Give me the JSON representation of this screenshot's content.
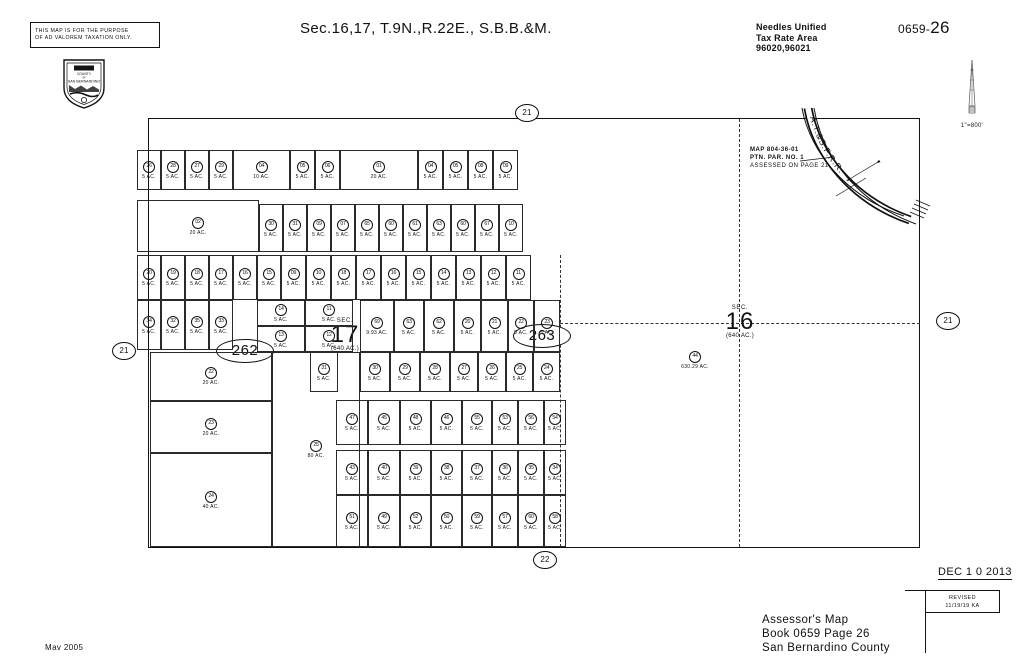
{
  "header": {
    "disclaimer_line1": "THIS MAP IS FOR THE PURPOSE",
    "disclaimer_line2": "OF AD VALOREM TAXATION ONLY.",
    "seal_name": "county-seal-san-bernardino",
    "title": "Sec.16,17, T.9N.,R.22E., S.B.B.&M.",
    "tax_rate_area": {
      "district": "Needles Unified",
      "label": "Tax Rate Area",
      "codes": "96020,96021"
    },
    "book": "0659-",
    "page": "26",
    "scale": "1\"=800'"
  },
  "map": {
    "road_markers": [
      {
        "label": "21",
        "name": "road-marker-21-top"
      },
      {
        "label": "21",
        "name": "road-marker-21-right"
      },
      {
        "label": "21",
        "name": "road-marker-21-left"
      },
      {
        "label": "22",
        "name": "road-marker-22-bottom"
      }
    ],
    "group_markers": [
      {
        "label": "262",
        "name": "parcel-group-262"
      },
      {
        "label": "263",
        "name": "parcel-group-263"
      }
    ],
    "sections": [
      {
        "prefix": "SEC.",
        "number": "17",
        "acreage": "(640 AC.)",
        "name": "section-17-label"
      },
      {
        "prefix": "SEC.",
        "number": "16",
        "acreage": "(640 AC.)",
        "name": "section-16-label"
      }
    ],
    "railroad": {
      "label": "A.T.&S.F.R.R.",
      "note_line1": "MAP 804-36-01",
      "note_line2": "PTN. PAR. NO. 1",
      "note_line3": "ASSESSED ON PAGE 21"
    },
    "parcels": [
      {
        "id": "26",
        "ac": "5  AC."
      },
      {
        "id": "28",
        "ac": "5  AC."
      },
      {
        "id": "27",
        "ac": "5  AC."
      },
      {
        "id": "29",
        "ac": "5  AC."
      },
      {
        "id": "04",
        "ac": "10  AC."
      },
      {
        "id": "05",
        "ac": "5  AC."
      },
      {
        "id": "06",
        "ac": "5  AC."
      },
      {
        "id": "01",
        "ac": "20  AC."
      },
      {
        "id": "04",
        "ac": "5  AC."
      },
      {
        "id": "05",
        "ac": "5  AC."
      },
      {
        "id": "08",
        "ac": "5  AC."
      },
      {
        "id": "09",
        "ac": "5  AC."
      },
      {
        "id": "02",
        "ac": "20  AC."
      },
      {
        "id": "30",
        "ac": "5  AC."
      },
      {
        "id": "31",
        "ac": "5  AC."
      },
      {
        "id": "09",
        "ac": "5  AC."
      },
      {
        "id": "07",
        "ac": "5  AC."
      },
      {
        "id": "65",
        "ac": "5  AC."
      },
      {
        "id": "60",
        "ac": "5  AC."
      },
      {
        "id": "61",
        "ac": "5  AC."
      },
      {
        "id": "63",
        "ac": "5  AC."
      },
      {
        "id": "60",
        "ac": "5  AC."
      },
      {
        "id": "67",
        "ac": "5  AC."
      },
      {
        "id": "10",
        "ac": "5  AC."
      },
      {
        "id": "20",
        "ac": "5  AC."
      },
      {
        "id": "19",
        "ac": "5  AC."
      },
      {
        "id": "18",
        "ac": "5  AC."
      },
      {
        "id": "17",
        "ac": "5  AC."
      },
      {
        "id": "16",
        "ac": "5  AC."
      },
      {
        "id": "15",
        "ac": "5  AC."
      },
      {
        "id": "09",
        "ac": "5  AC."
      },
      {
        "id": "10",
        "ac": "5  AC."
      },
      {
        "id": "18",
        "ac": "5  AC."
      },
      {
        "id": "17",
        "ac": "5  AC."
      },
      {
        "id": "16",
        "ac": "5  AC."
      },
      {
        "id": "15",
        "ac": "5  AC."
      },
      {
        "id": "14",
        "ac": "5  AC."
      },
      {
        "id": "13",
        "ac": "5  AC."
      },
      {
        "id": "12",
        "ac": "5  AC."
      },
      {
        "id": "11",
        "ac": "5  AC."
      },
      {
        "id": "34",
        "ac": "5  AC."
      },
      {
        "id": "32",
        "ac": "5  AC."
      },
      {
        "id": "35",
        "ac": "5  AC."
      },
      {
        "id": "33",
        "ac": "5  AC."
      },
      {
        "id": "14",
        "ac": "5  AC."
      },
      {
        "id": "11",
        "ac": "5  AC."
      },
      {
        "id": "13",
        "ac": "5  AC."
      },
      {
        "id": "12",
        "ac": "5  AC."
      },
      {
        "id": "69",
        "ac": "9.93 AC."
      },
      {
        "id": "63",
        "ac": "5  AC."
      },
      {
        "id": "62",
        "ac": "5  AC."
      },
      {
        "id": "20",
        "ac": "5  AC."
      },
      {
        "id": "21",
        "ac": "5  AC."
      },
      {
        "id": "22",
        "ac": "5  AC."
      },
      {
        "id": "23",
        "ac": "5  AC."
      },
      {
        "id": "31",
        "ac": "5  AC."
      },
      {
        "id": "30",
        "ac": "5  AC."
      },
      {
        "id": "29",
        "ac": "5  AC."
      },
      {
        "id": "28",
        "ac": "5  AC."
      },
      {
        "id": "27",
        "ac": "5  AC."
      },
      {
        "id": "26",
        "ac": "5  AC."
      },
      {
        "id": "25",
        "ac": "5  AC."
      },
      {
        "id": "24",
        "ac": "5  AC."
      },
      {
        "id": "47",
        "ac": "5  AC."
      },
      {
        "id": "45",
        "ac": "5  AC."
      },
      {
        "id": "48",
        "ac": "5  AC."
      },
      {
        "id": "46",
        "ac": "5  AC."
      },
      {
        "id": "55",
        "ac": "5  AC."
      },
      {
        "id": "53",
        "ac": "5  AC."
      },
      {
        "id": "56",
        "ac": "5  AC."
      },
      {
        "id": "54",
        "ac": "5  AC."
      },
      {
        "id": "43",
        "ac": "5  AC."
      },
      {
        "id": "40",
        "ac": "5  AC."
      },
      {
        "id": "39",
        "ac": "5  AC."
      },
      {
        "id": "38",
        "ac": "5  AC."
      },
      {
        "id": "37",
        "ac": "5  AC."
      },
      {
        "id": "36",
        "ac": "5  AC."
      },
      {
        "id": "35",
        "ac": "5  AC."
      },
      {
        "id": "34",
        "ac": "5  AC."
      },
      {
        "id": "51",
        "ac": "5  AC."
      },
      {
        "id": "49",
        "ac": "5  AC."
      },
      {
        "id": "52",
        "ac": "5  AC."
      },
      {
        "id": "50",
        "ac": "5  AC."
      },
      {
        "id": "59",
        "ac": "5  AC."
      },
      {
        "id": "57",
        "ac": "5  AC."
      },
      {
        "id": "60",
        "ac": "5  AC."
      },
      {
        "id": "58",
        "ac": "5  AC."
      },
      {
        "id": "22",
        "ac": "20  AC."
      },
      {
        "id": "23",
        "ac": "20  AC."
      },
      {
        "id": "24",
        "ac": "40  AC."
      },
      {
        "id": "25",
        "ac": "80  AC."
      },
      {
        "id": "44",
        "ac": "630.29  AC."
      }
    ]
  },
  "footer": {
    "assessor_line1": "Assessor's Map",
    "assessor_line2": "Book 0659 Page 26",
    "assessor_line3": "San Bernardino County",
    "date_stamp": "DEC 1 0 2013",
    "revised_label": "REVISED",
    "revised_value": "11/19/19 KA",
    "map_date": "Mav 2005"
  }
}
